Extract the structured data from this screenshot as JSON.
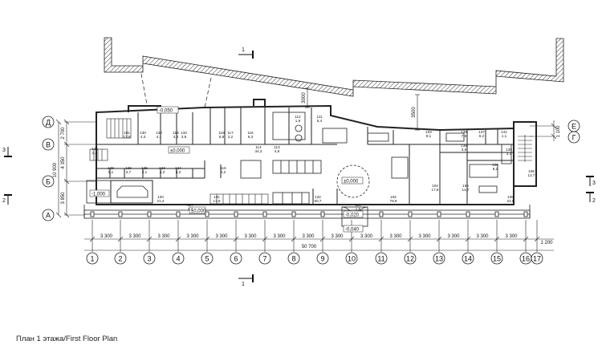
{
  "caption": "План 1 этажа/First Floor Plan",
  "axes_numeric": [
    "1",
    "2",
    "3",
    "4",
    "5",
    "6",
    "7",
    "8",
    "9",
    "10",
    "11",
    "12",
    "13",
    "14",
    "15",
    "16",
    "17"
  ],
  "axes_letter": [
    "Д",
    "В",
    "Б",
    "А"
  ],
  "axes_letter_right": [
    "Е",
    "Г"
  ],
  "bay_dimension": "3 300",
  "total_length": "50 700",
  "end_dimension": "1 200",
  "left_dimensions": {
    "d1": "2 700",
    "d2": "4 350",
    "d3": "3 850",
    "total": "10 900"
  },
  "right_dimension": "1 100",
  "top_dimensions": [
    "3000",
    "3500"
  ],
  "section_marks": {
    "number": "1",
    "side_3": "3",
    "side_2": "2"
  },
  "levels": [
    "-0,050",
    "±0,000",
    "±0,000",
    "-1,000",
    "±0,000",
    "-0,020",
    "-0,040"
  ],
  "rooms": [
    {
      "n": "101",
      "a": "13,8"
    },
    {
      "n": "130",
      "a": "4,3"
    },
    {
      "n": "134",
      "a": "4,1"
    },
    {
      "n": "119",
      "a": "3,4"
    },
    {
      "n": "118",
      "a": "6,8"
    },
    {
      "n": "117",
      "a": "2,2"
    },
    {
      "n": "115",
      "a": "6,3"
    },
    {
      "n": "111",
      "a": "5,4"
    },
    {
      "n": "112",
      "a": "1,8"
    },
    {
      "n": "114",
      "a": "34,3"
    },
    {
      "n": "113",
      "a": "4,8"
    },
    {
      "n": "128",
      "a": "5,1"
    },
    {
      "n": "126",
      "a": "3,7"
    },
    {
      "n": "125",
      "a": "2,1"
    },
    {
      "n": "123",
      "a": "4,3"
    },
    {
      "n": "124",
      "a": "5,3"
    },
    {
      "n": "116",
      "a": "4,2"
    },
    {
      "n": "120",
      "a": "21,4"
    },
    {
      "n": "131",
      "a": "17,9"
    },
    {
      "n": "132",
      "a": "60,7"
    },
    {
      "n": "102",
      "a": "78,9"
    },
    {
      "n": "103",
      "a": "8,1"
    },
    {
      "n": "136",
      "a": "7,6"
    },
    {
      "n": "138",
      "a": "3,9"
    },
    {
      "n": "137",
      "a": "6,2"
    },
    {
      "n": "104",
      "a": "17,8"
    },
    {
      "n": "105",
      "a": "14,7"
    },
    {
      "n": "106",
      "a": "9,2"
    },
    {
      "n": "108",
      "a": "22,5"
    },
    {
      "n": "139",
      "a": "3,3"
    },
    {
      "n": "109",
      "a": "12,7"
    },
    {
      "n": "122",
      "a": "2,4"
    },
    {
      "n": "133",
      "a": "3,9"
    },
    {
      "n": "127",
      "a": "2,3"
    },
    {
      "n": "110",
      "a": "1,6"
    },
    {
      "n": "141",
      "a": "1,1"
    }
  ]
}
